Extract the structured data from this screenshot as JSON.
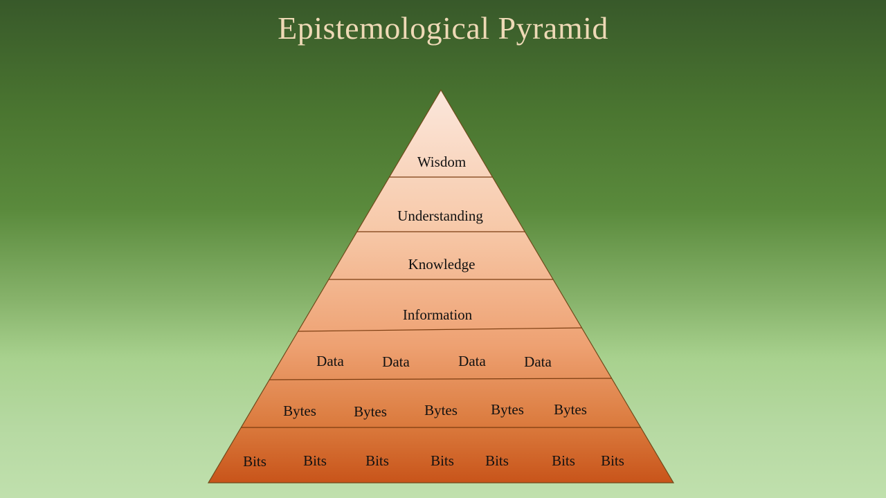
{
  "title": "Epistemological Pyramid",
  "colors": {
    "title": "#eed9b6",
    "pyramid_top": "#fbe7dc",
    "pyramid_bottom": "#c8541a",
    "divider": "#7a3c10"
  },
  "levels": [
    {
      "name": "wisdom",
      "labels": [
        "Wisdom"
      ]
    },
    {
      "name": "understanding",
      "labels": [
        "Understanding"
      ]
    },
    {
      "name": "knowledge",
      "labels": [
        "Knowledge"
      ]
    },
    {
      "name": "information",
      "labels": [
        "Information"
      ]
    },
    {
      "name": "data",
      "labels": [
        "Data",
        "Data",
        "Data",
        "Data"
      ]
    },
    {
      "name": "bytes",
      "labels": [
        "Bytes",
        "Bytes",
        "Bytes",
        "Bytes",
        "Bytes"
      ]
    },
    {
      "name": "bits",
      "labels": [
        "Bits",
        "Bits",
        "Bits",
        "Bits",
        "Bits",
        "Bits",
        "Bits"
      ]
    }
  ]
}
